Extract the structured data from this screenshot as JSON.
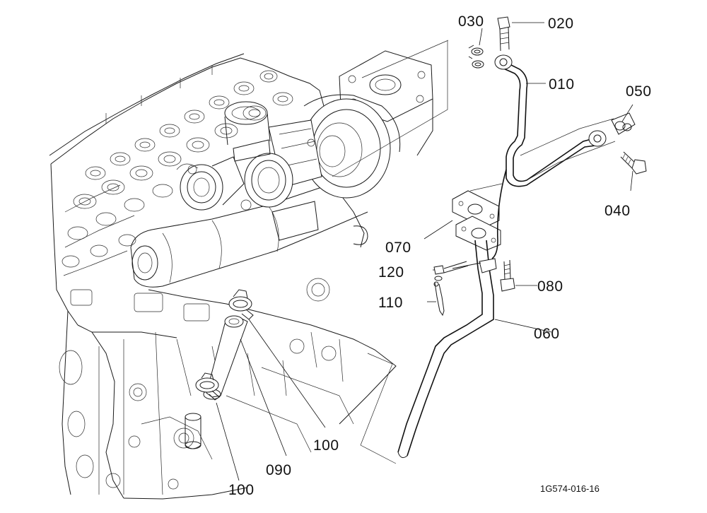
{
  "figure": {
    "number": "1G574-016-16"
  },
  "callouts": {
    "p010": "010",
    "p020": "020",
    "p030": "030",
    "p040": "040",
    "p050": "050",
    "p060": "060",
    "p070": "070",
    "p080": "080",
    "p090": "090",
    "p100a": "100",
    "p100b": "100",
    "p110": "110",
    "p120": "120"
  }
}
